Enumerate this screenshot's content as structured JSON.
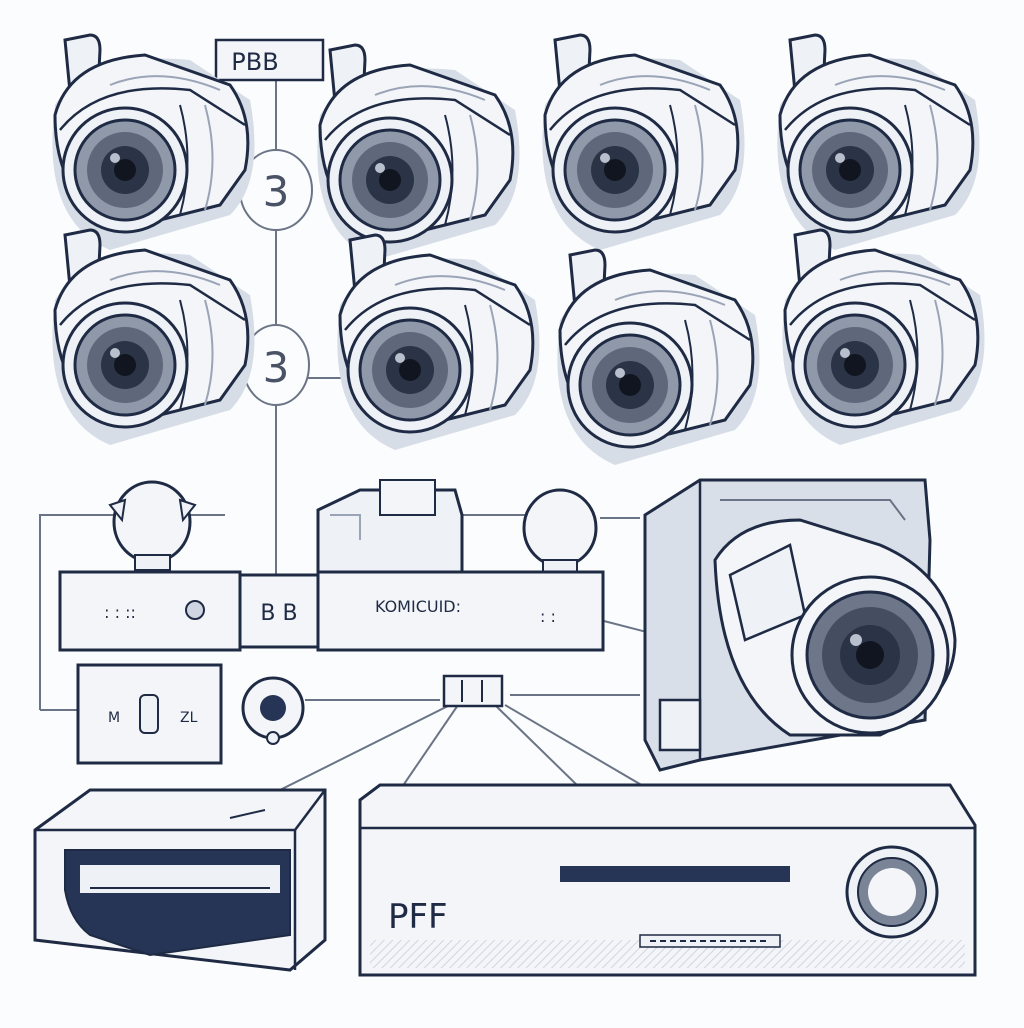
{
  "labels": {
    "top_tag": "PBB",
    "badge_1": "3",
    "badge_2": "3",
    "hub_left_label": "B B",
    "hub_right_label": "KOMICUID:",
    "recorder_label": "PFF"
  },
  "cameras": [
    {
      "id": "cam-1"
    },
    {
      "id": "cam-2"
    },
    {
      "id": "cam-3"
    },
    {
      "id": "cam-4"
    },
    {
      "id": "cam-5"
    },
    {
      "id": "cam-6"
    },
    {
      "id": "cam-7"
    },
    {
      "id": "cam-8"
    }
  ],
  "colors": {
    "ink": "#1f2b44",
    "navy": "#263556",
    "body": "#f2f4f8",
    "shade": "#d9dfe9",
    "shadow": "#c9d0dc",
    "lens_outer": "#6d7789",
    "lens_inner": "#2b3346",
    "wire": "#6b7486"
  }
}
